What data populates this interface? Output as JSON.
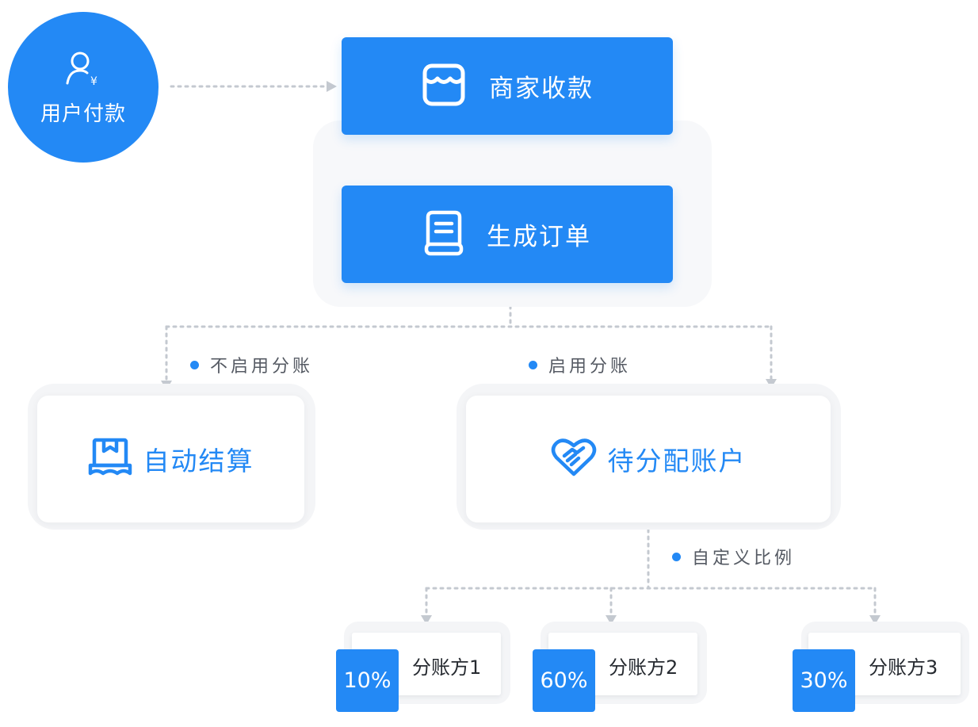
{
  "user": {
    "label": "用户付款",
    "icon": "user-yen-icon"
  },
  "steps": {
    "merchant": {
      "label": "商家收款",
      "icon": "shop-icon"
    },
    "order": {
      "label": "生成订单",
      "icon": "receipt-icon"
    }
  },
  "branches": {
    "no_split": {
      "label": "不启用分账"
    },
    "split": {
      "label": "启用分账"
    }
  },
  "auto_settle": {
    "label": "自动结算",
    "icon": "box-icon"
  },
  "pending_account": {
    "label": "待分配账户",
    "icon": "heart-handshake-icon"
  },
  "custom_ratio": {
    "label": "自定义比例"
  },
  "parties": [
    {
      "percent": "10%",
      "name": "分账方1"
    },
    {
      "percent": "60%",
      "name": "分账方2"
    },
    {
      "percent": "30%",
      "name": "分账方3"
    }
  ],
  "colors": {
    "primary": "#2389f5",
    "connector": "#c4c9d0",
    "text": "#555a63"
  }
}
